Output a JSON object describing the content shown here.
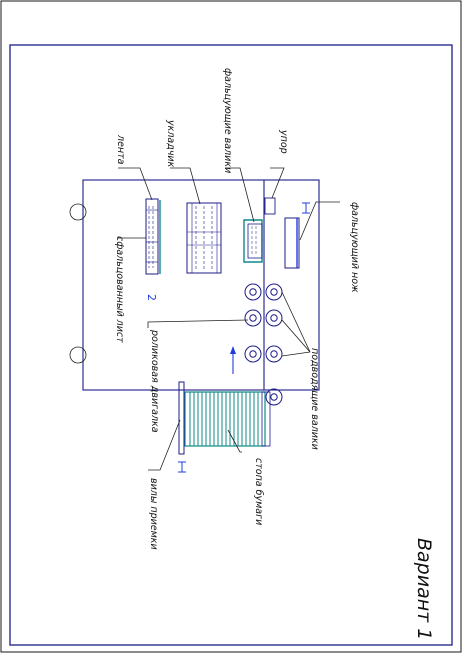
{
  "title": "Вариант 1",
  "labels": {
    "lenta": "лента",
    "ukladchik": "укладчик",
    "falts_valiki": "фальцующие валики",
    "upor": "упор",
    "falts_nozh": "фальцующий нож",
    "sfalts_list": "сфальцованный лист",
    "rolik_dvigalka": "роликовая двигалка",
    "podvod_valiki": "подводящие валики",
    "stopa_bumagi": "стопа бумаги",
    "vily_priemki": "вилы приемки"
  },
  "marks": {
    "two": "2",
    "one_top": "1",
    "one_bottom": "1"
  },
  "colors": {
    "frame": "#1a1a1a",
    "outline": "#1c1c8a",
    "blue": "#1f3de0",
    "teal": "#0f8a8a",
    "line": "#222222"
  }
}
